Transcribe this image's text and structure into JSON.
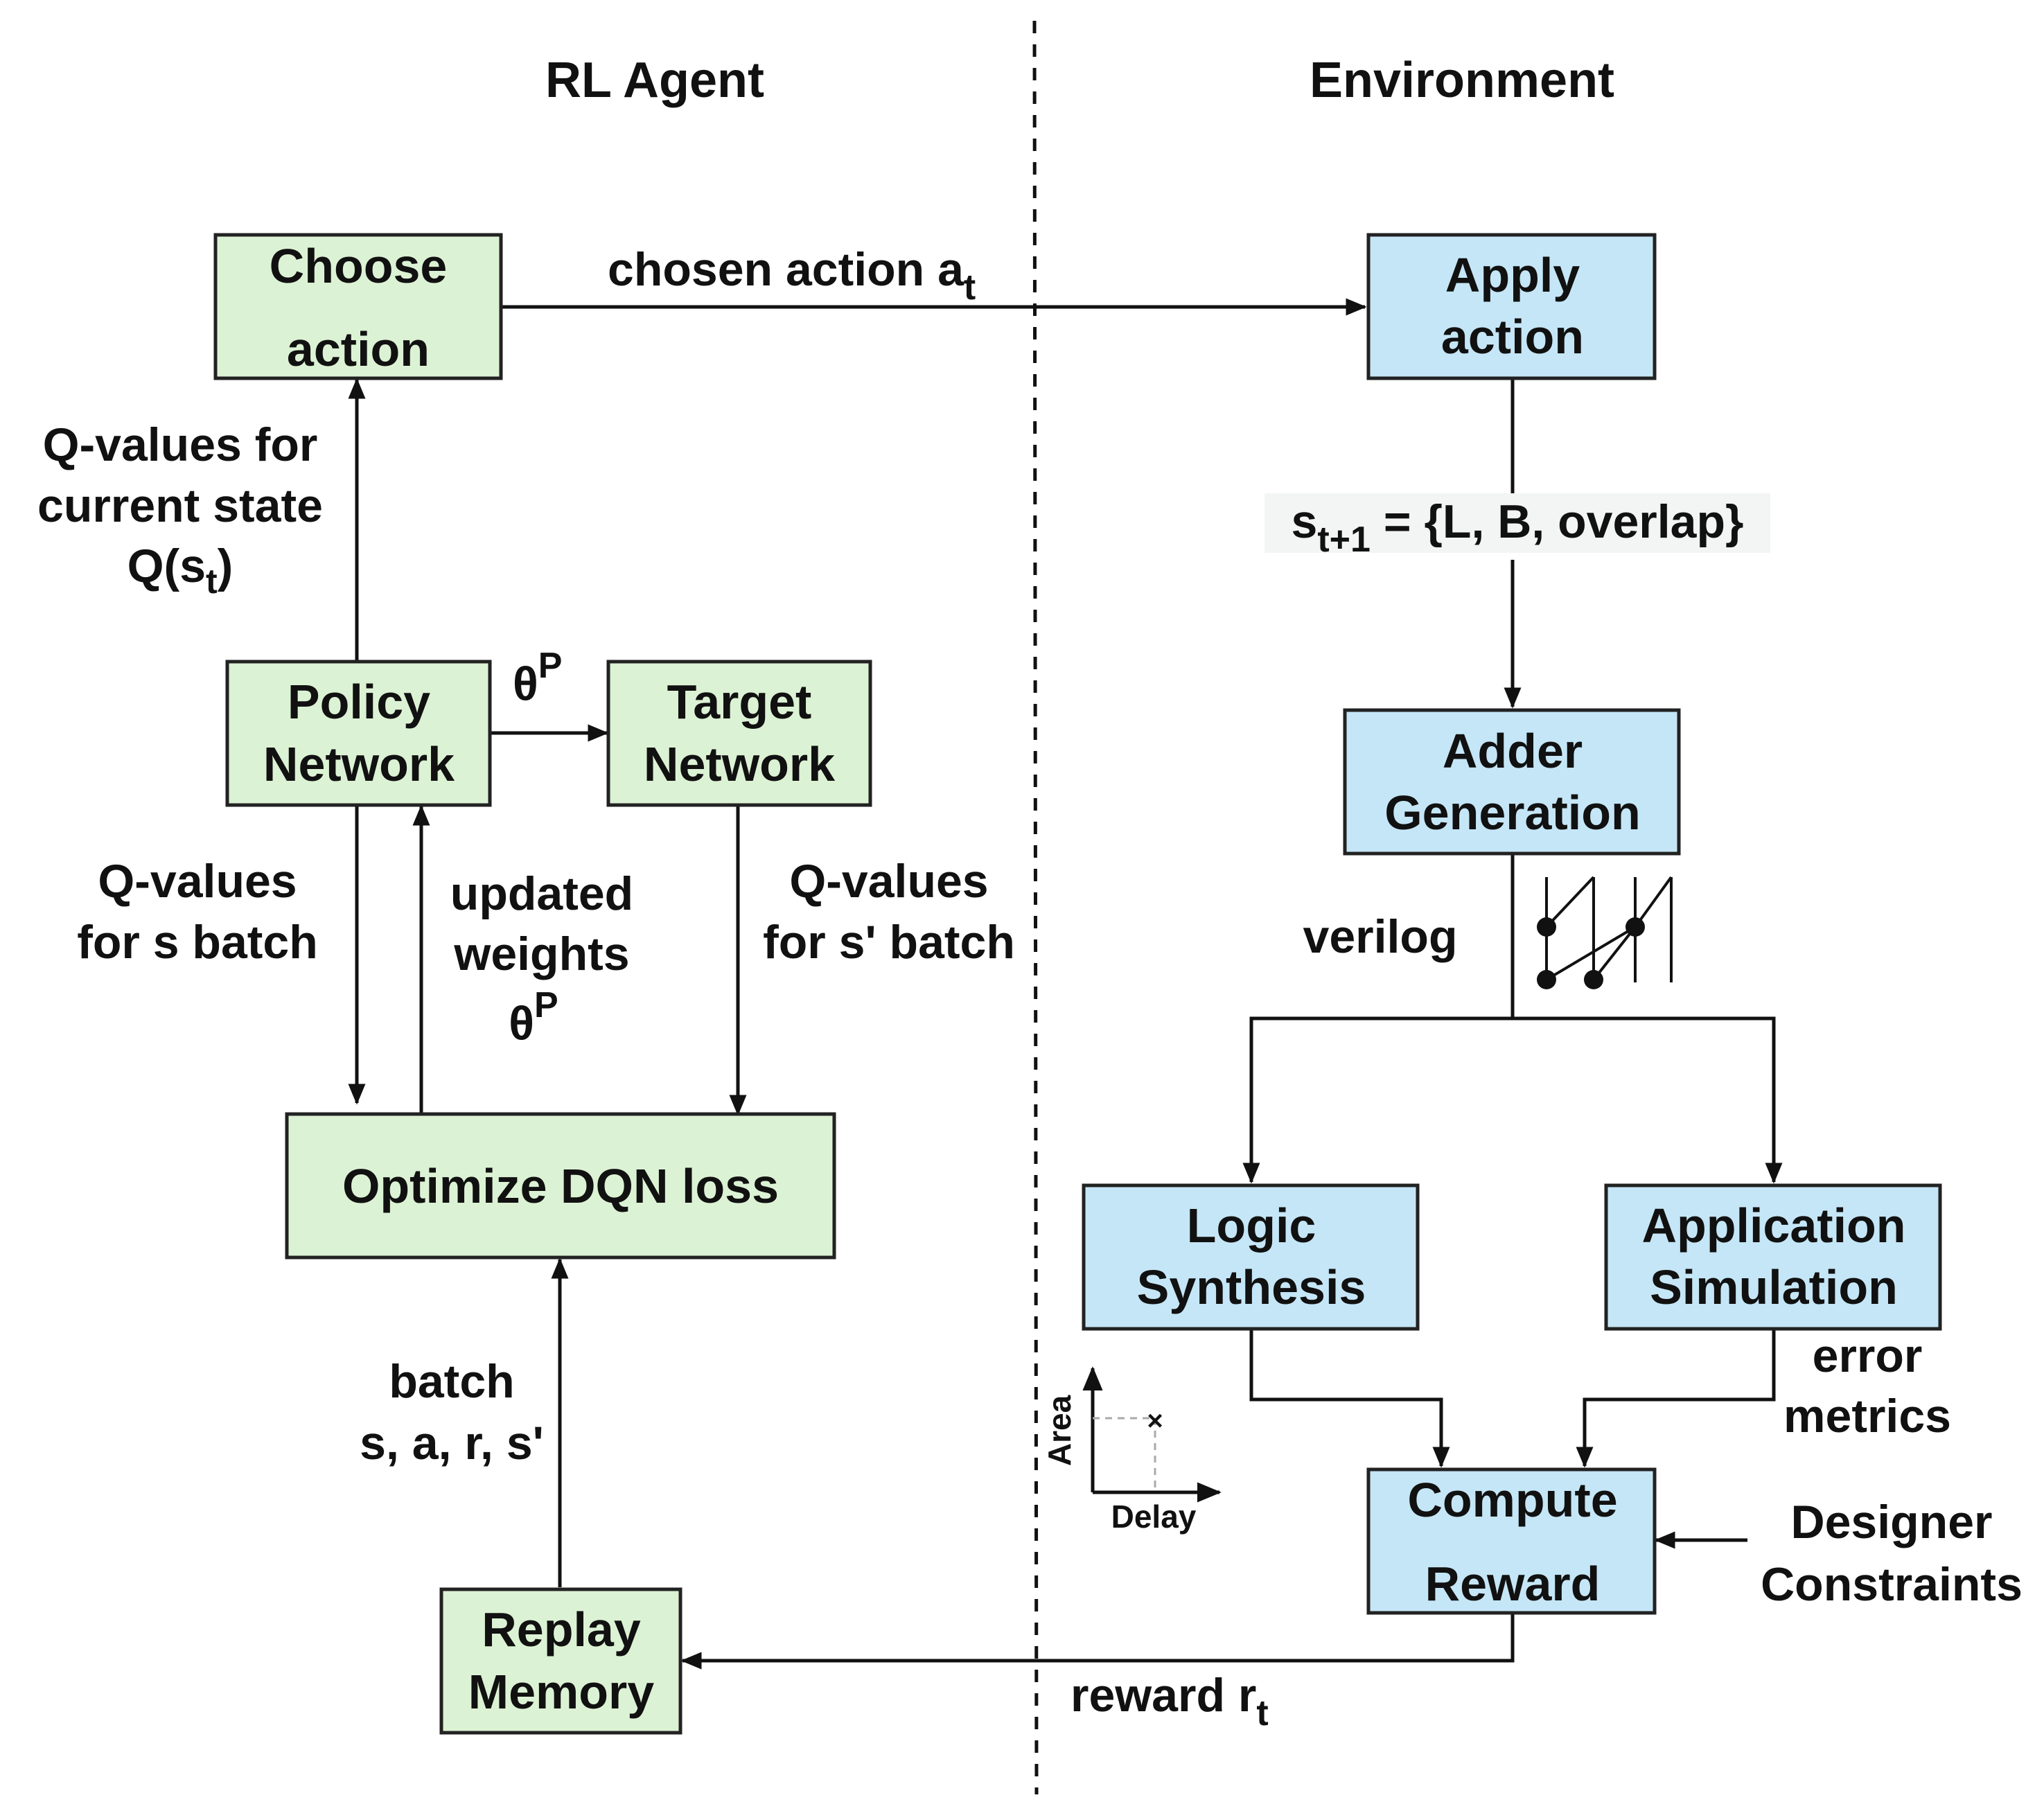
{
  "colors": {
    "agent_box": "#dcf2d4",
    "env_box": "#c5e6f6",
    "stroke": "#222222",
    "text": "#111111",
    "label_bg": "#f3f4f4"
  },
  "sections": {
    "agent_title": "RL Agent",
    "env_title": "Environment"
  },
  "boxes": {
    "choose_action": [
      "Choose",
      "action"
    ],
    "policy_network": [
      "Policy",
      "Network"
    ],
    "target_network": [
      "Target",
      "Network"
    ],
    "optimize_loss": [
      "Optimize DQN loss"
    ],
    "replay_memory": [
      "Replay",
      "Memory"
    ],
    "apply_action": [
      "Apply",
      "action"
    ],
    "adder_generation": [
      "Adder",
      "Generation"
    ],
    "logic_synthesis": [
      "Logic",
      "Synthesis"
    ],
    "application_simulation": [
      "Application",
      "Simulation"
    ],
    "compute_reward": [
      "Compute",
      "Reward"
    ]
  },
  "edges": {
    "chosen_action": {
      "text": "chosen action a",
      "sub": "t"
    },
    "q_current": {
      "line1": "Q-values for",
      "line2": "current state",
      "line3_main": "Q(s",
      "line3_sub": "t",
      "line3_tail": ")"
    },
    "theta_p": {
      "main": "θ",
      "sup": "P"
    },
    "q_s_batch": [
      "Q-values",
      "for s batch"
    ],
    "updated_weights": {
      "line1": "updated",
      "line2": "weights",
      "line3_main": "θ",
      "line3_sup": "P"
    },
    "q_s_prime_batch": [
      "Q-values",
      "for s' batch"
    ],
    "batch": [
      "batch",
      "s, a, r, s'"
    ],
    "state_next": {
      "main": "s",
      "sub": "t+1",
      "tail": " = {L, B, overlap}"
    },
    "verilog": "verilog",
    "error_metrics": [
      "error",
      "metrics"
    ],
    "designer_constraints": [
      "Designer",
      "Constraints"
    ],
    "reward": {
      "text": "reward r",
      "sub": "t"
    }
  },
  "icons": {
    "tradeoff_plot": {
      "name": "area-delay-plot-icon",
      "y_label": "Area",
      "x_label": "Delay"
    },
    "adder_tree": {
      "name": "prefix-adder-tree-icon"
    }
  }
}
